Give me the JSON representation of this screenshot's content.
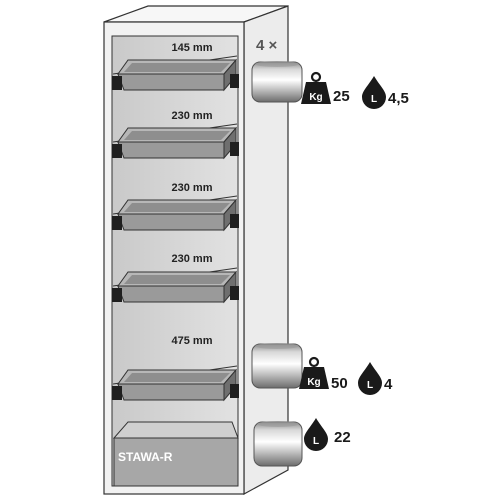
{
  "cabinet": {
    "model_label": "STAWA-R",
    "shelf_spacings": [
      "145 mm",
      "230 mm",
      "230 mm",
      "230 mm",
      "475 mm"
    ]
  },
  "shelf_pack": {
    "quantity_label": "4 ×",
    "load": {
      "weight_value": "25",
      "weight_unit": "Kg",
      "volume_value": "4,5",
      "volume_unit": "L"
    }
  },
  "middle_shelf": {
    "load": {
      "weight_value": "50",
      "weight_unit": "Kg",
      "volume_value": "4",
      "volume_unit": "L"
    }
  },
  "bottom_sump": {
    "load": {
      "volume_value": "22",
      "volume_unit": "L"
    }
  },
  "colors": {
    "outline": "#333333",
    "cabinet_body": "#f2f2f2",
    "interior": "#d6d6d6",
    "tray_fill": "#9a9a9a",
    "tray_dark": "#5a5a5a",
    "bracket": "#1f1f1f",
    "icon_fill": "#1a1a1a"
  }
}
